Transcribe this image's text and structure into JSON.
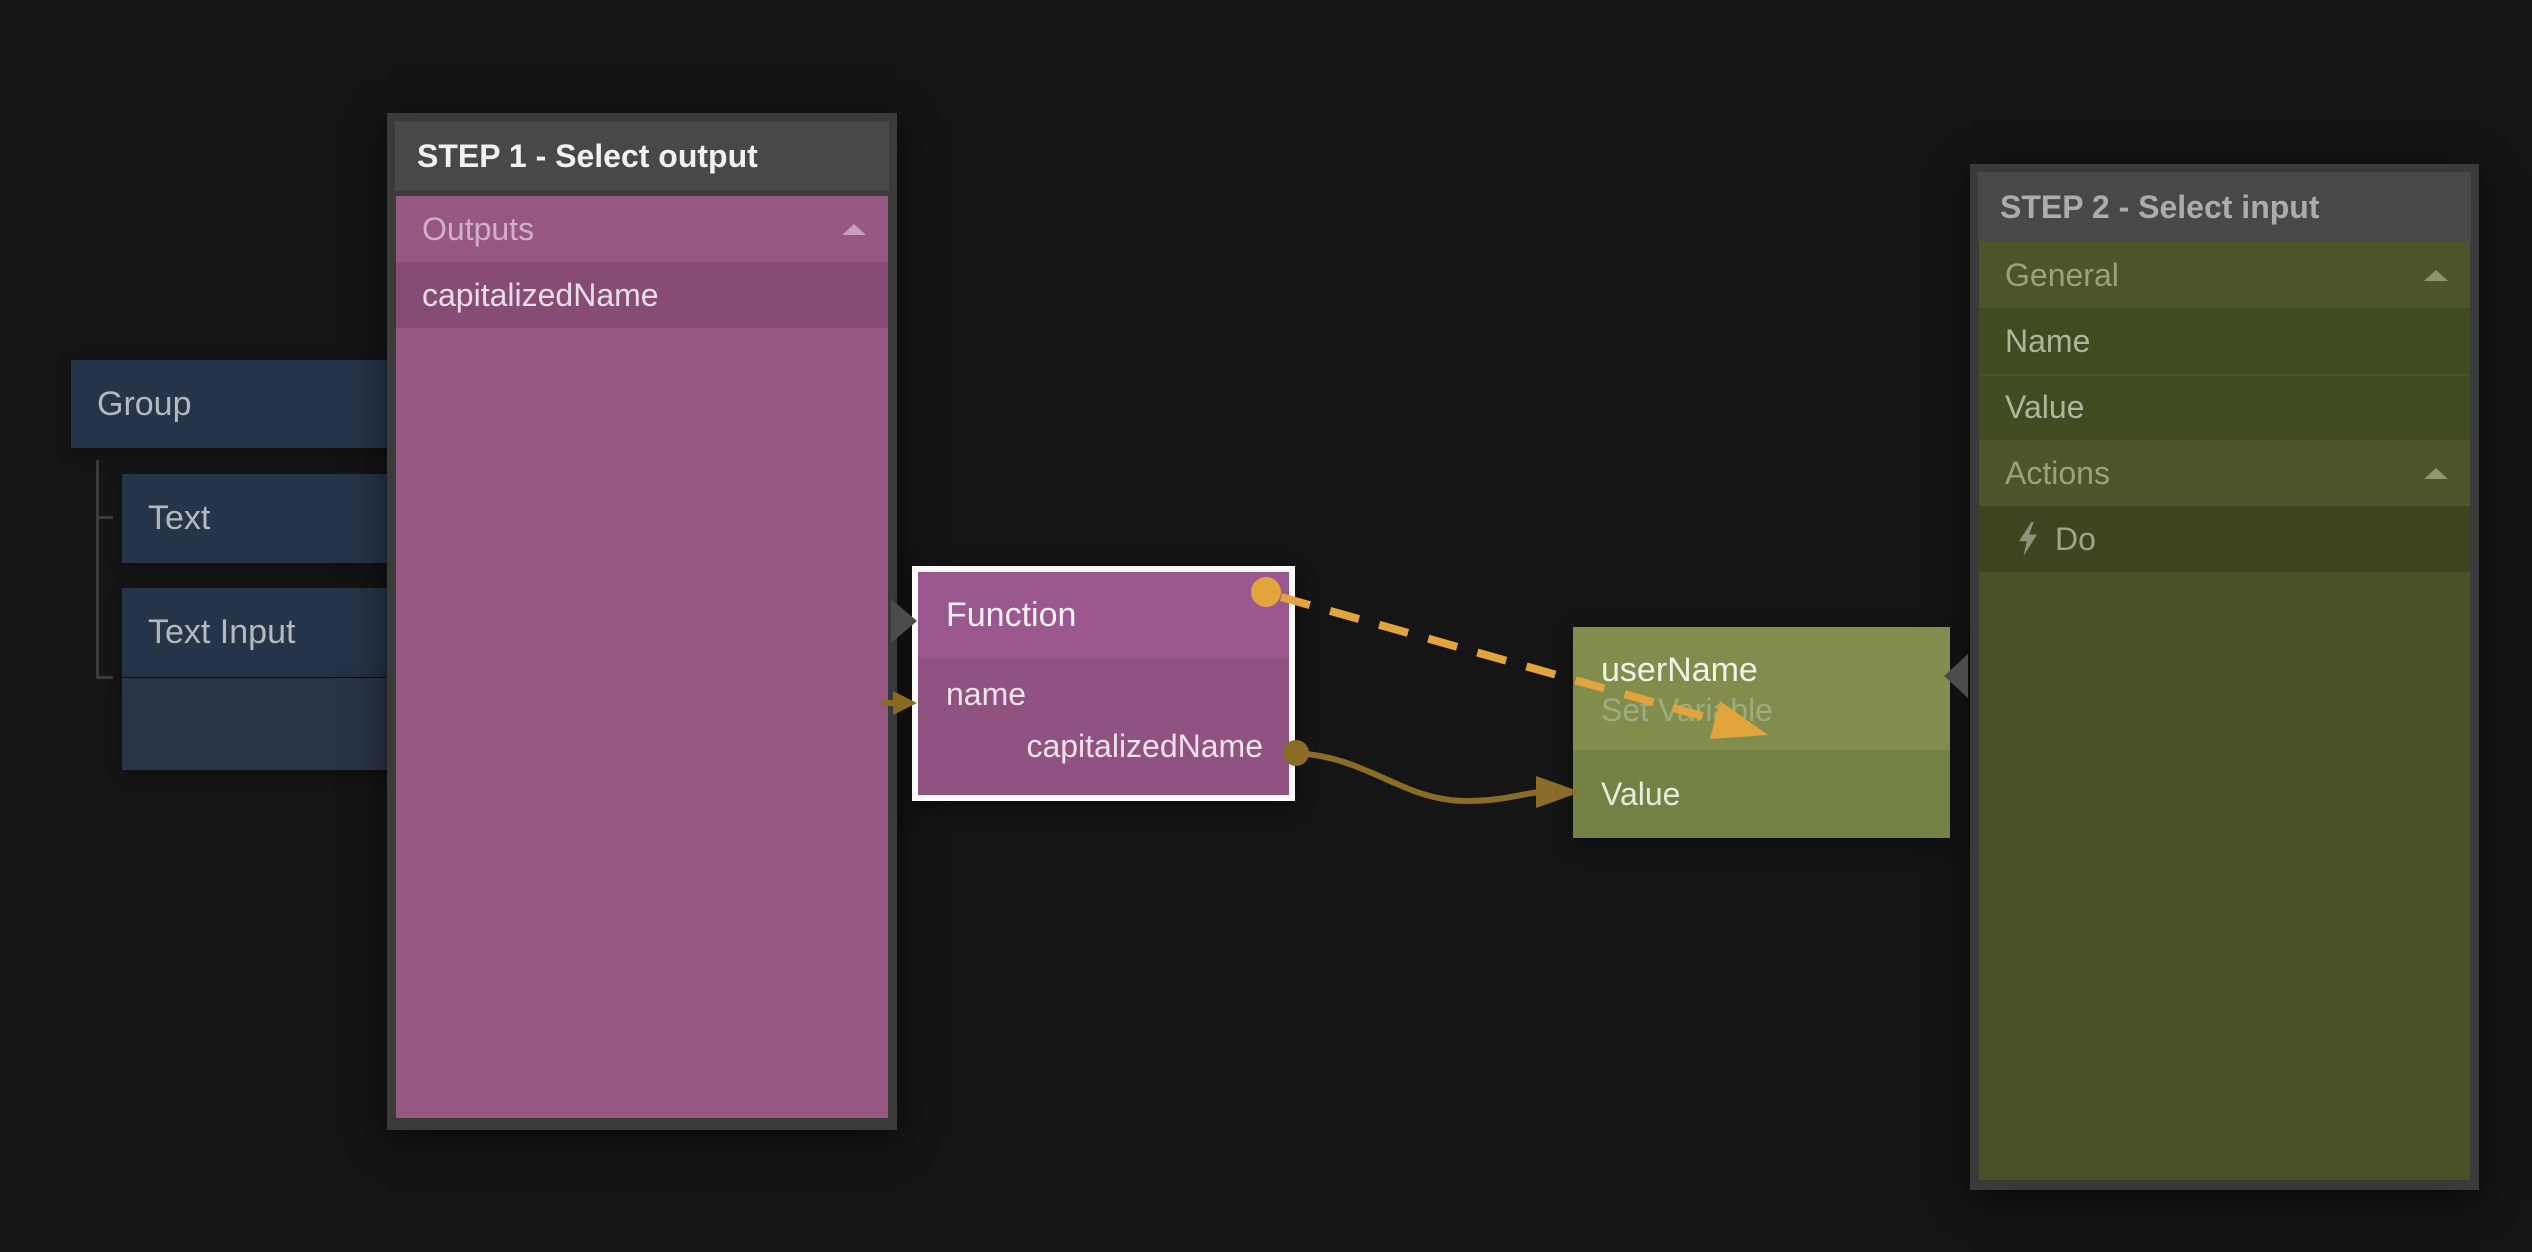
{
  "canvas": {
    "background": "#151515"
  },
  "tree": {
    "group_label": "Group",
    "text_label": "Text",
    "text_input_label": "Text Input"
  },
  "step1_panel": {
    "title": "STEP 1 - Select output",
    "section_label": "Outputs",
    "section_collapse_icon": "caret-up",
    "item_label": "capitalizedName"
  },
  "function_node": {
    "title": "Function",
    "input_label": "name",
    "output_label": "capitalizedName",
    "input_port_icon": "arrow-right-port",
    "output_port_icon": "circle-port",
    "signal_port_icon": "circle-port"
  },
  "variable_node": {
    "title": "userName",
    "subtitle": "Set Variable",
    "input_label": "Value"
  },
  "step2_panel": {
    "title": "STEP 2 - Select input",
    "sections": [
      {
        "label": "General",
        "collapse_icon": "caret-up",
        "items": [
          "Name",
          "Value"
        ]
      },
      {
        "label": "Actions",
        "collapse_icon": "caret-up",
        "items": [
          "Do"
        ],
        "item_icons": [
          "lightning"
        ]
      }
    ]
  },
  "connections": [
    {
      "from": "Function (signal out)",
      "to": "userName Set Variable (do)",
      "style": "dashed",
      "color": "#e2a43c"
    },
    {
      "from": "Function capitalizedName",
      "to": "userName Value",
      "style": "solid",
      "color": "#8a6b28"
    }
  ],
  "colors": {
    "background": "#151515",
    "panel_frame": "#3a3a3a",
    "panel_header_bg": "#484848",
    "step1_title": "#f1f1f1",
    "step2_title": "#acacac",
    "purple_body": "#965783",
    "purple_selected_item": "#874c75",
    "purple_node_header": "#9a588e",
    "purple_node_body": "#8f5281",
    "olive_body": "#4a5127",
    "olive_section_row": "#4d5429",
    "olive_item_row": "#424a21",
    "olive_do_row": "#3d441f",
    "green_node_header": "#828d4d",
    "green_node_body": "#758044",
    "blue_node": "#263449",
    "amber_connection": "#e2a43c",
    "dark_gold_connection": "#8a6b28",
    "connector_gray": "#4b4b4b",
    "selected_node_border": "#fafafa"
  }
}
